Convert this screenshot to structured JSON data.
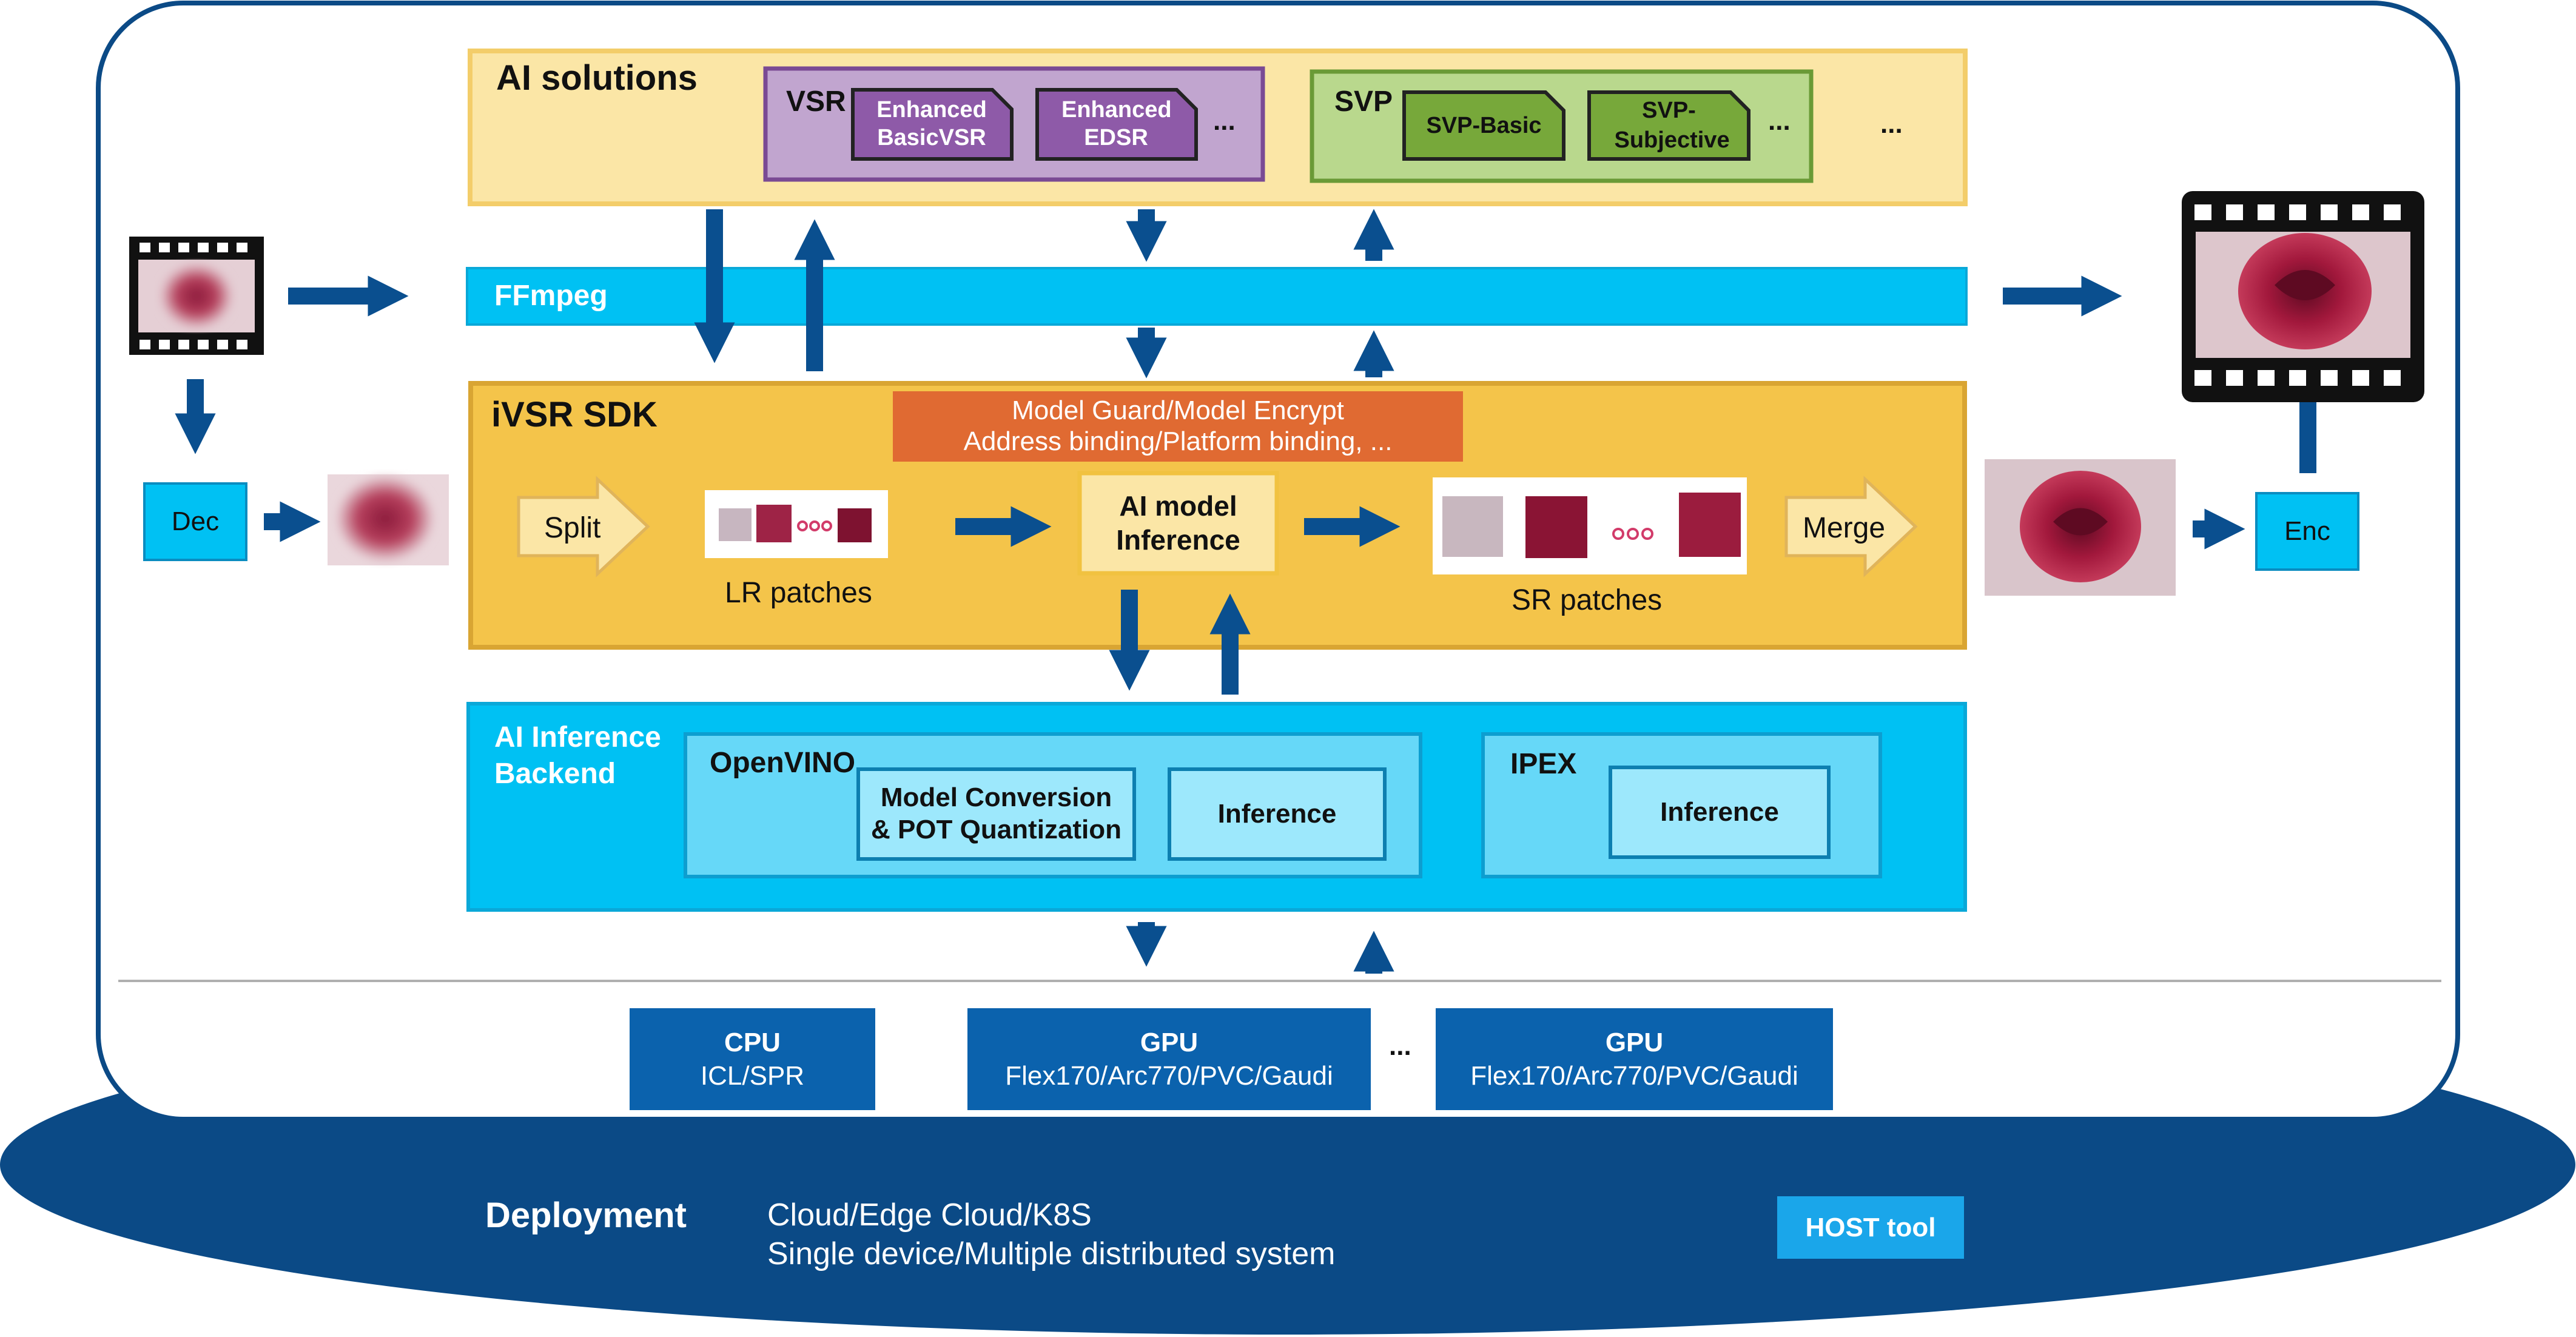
{
  "ai_solutions": {
    "title": "AI solutions",
    "vsr": {
      "label": "VSR",
      "items": [
        "Enhanced BasicVSR",
        "Enhanced EDSR"
      ],
      "more": "..."
    },
    "svp": {
      "label": "SVP",
      "items": [
        "SVP-Basic",
        "SVP-Subjective"
      ],
      "more": "..."
    },
    "more": "..."
  },
  "ffmpeg": {
    "label": "FFmpeg"
  },
  "ivsr": {
    "title": "iVSR SDK",
    "guard": [
      "Model Guard/Model Encrypt",
      "Address binding/Platform binding, ..."
    ],
    "split": "Split",
    "lr_patches": "LR patches",
    "ai_model": [
      "AI model",
      "Inference"
    ],
    "sr_patches": "SR patches",
    "merge": "Merge"
  },
  "backend": {
    "title": [
      "AI Inference",
      "Backend"
    ],
    "openvino": {
      "label": "OpenVINO",
      "conversion": [
        "Model Conversion",
        "& POT Quantization"
      ],
      "inference": "Inference"
    },
    "ipex": {
      "label": "IPEX",
      "inference": "Inference"
    }
  },
  "dec": "Dec",
  "enc": "Enc",
  "hardware": {
    "cpu": {
      "title": "CPU",
      "sub": "ICL/SPR"
    },
    "gpu1": {
      "title": "GPU",
      "sub": "Flex170/Arc770/PVC/Gaudi"
    },
    "more": "...",
    "gpu2": {
      "title": "GPU",
      "sub": "Flex170/Arc770/PVC/Gaudi"
    }
  },
  "deployment": {
    "title": "Deployment",
    "lines": [
      "Cloud/Edge Cloud/K8S",
      "Single device/Multiple distributed system"
    ],
    "host_tool": "HOST tool"
  },
  "colors": {
    "navy": "#0b4a86",
    "arrow": "#0a4f8f",
    "cyan": "#00c1f3",
    "yellow_panel": "#fbe6a6",
    "sdk": "#f4c44a",
    "orange": "#e06a32",
    "vsr_fill": "#c1a5cf",
    "vsr_item": "#8e5aa8",
    "svp_fill": "#b9d88d",
    "svp_item": "#77a83a",
    "rose": "#a2183c"
  }
}
